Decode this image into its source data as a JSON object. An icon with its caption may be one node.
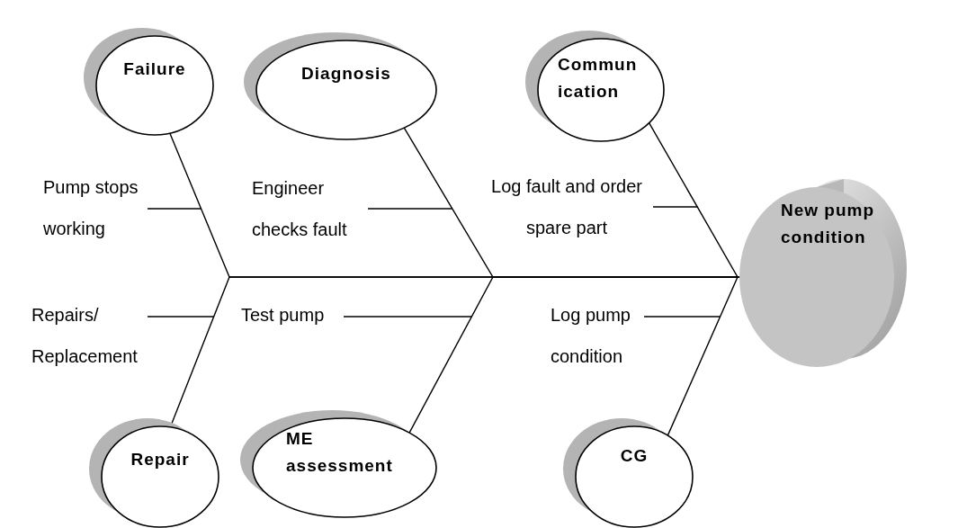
{
  "diagram": {
    "nodes": [
      {
        "text": [
          "Failure"
        ]
      },
      {
        "text": [
          "Diagnosis"
        ]
      },
      {
        "text": [
          "Commun ication"
        ]
      },
      {
        "text": [
          "Pump stops working"
        ]
      },
      {
        "text": [
          "Engineer checks fault"
        ]
      },
      {
        "text": [
          "Log fault and order spare part"
        ]
      },
      {
        "text": [
          "New pump condition"
        ]
      },
      {
        "text": [
          "Repairs/ Replacement"
        ]
      },
      {
        "text": [
          "Test pump"
        ]
      },
      {
        "text": [
          "Log pump condition"
        ]
      },
      {
        "text": [
          "Repair"
        ]
      },
      {
        "text": [
          "ME assessment"
        ]
      },
      {
        "text": [
          "CG"
        ]
      }
    ],
    "edges": [
      {
        "from": 0,
        "to": 6,
        "arrow": "none"
      },
      {
        "from": 1,
        "to": 6,
        "arrow": "none"
      },
      {
        "from": 2,
        "to": 6,
        "arrow": "none"
      },
      {
        "from": 10,
        "to": 6,
        "arrow": "none"
      },
      {
        "from": 11,
        "to": 6,
        "arrow": "none"
      },
      {
        "from": 12,
        "to": 6,
        "arrow": "none"
      },
      {
        "from": 3,
        "to": null,
        "arrow": "none"
      },
      {
        "from": 4,
        "to": null,
        "arrow": "none"
      },
      {
        "from": 5,
        "to": null,
        "arrow": "none"
      },
      {
        "from": 7,
        "to": null,
        "arrow": "none"
      },
      {
        "from": 8,
        "to": null,
        "arrow": "none"
      },
      {
        "from": 9,
        "to": null,
        "arrow": "none"
      }
    ]
  }
}
